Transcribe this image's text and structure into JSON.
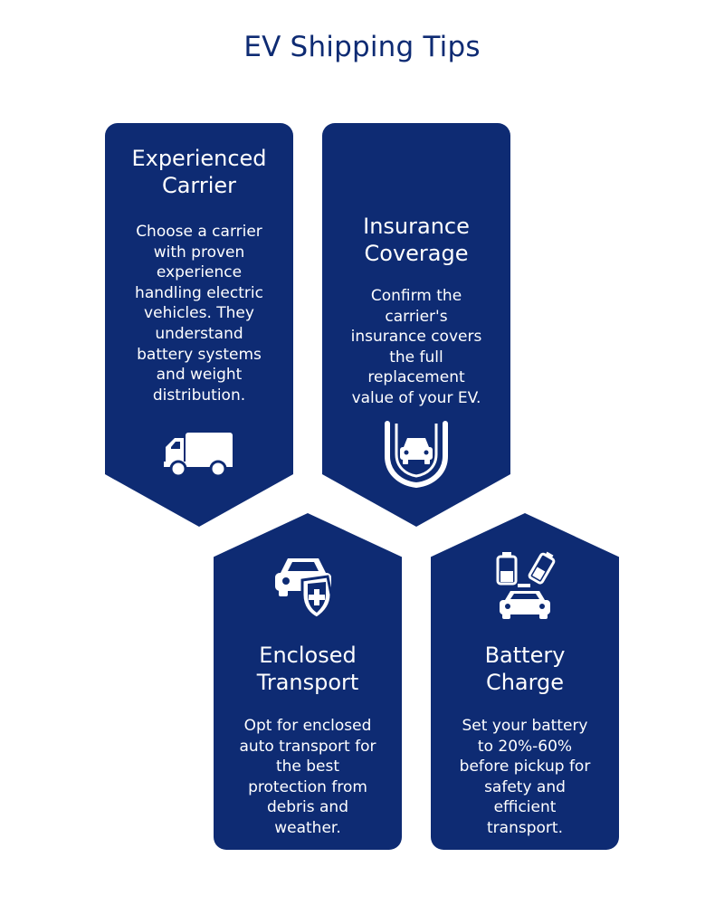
{
  "title": "EV Shipping Tips",
  "colors": {
    "card_fill": "#0e2b73",
    "text_on_card": "#ffffff",
    "title_text": "#0e2b73",
    "background": "#ffffff"
  },
  "cards": [
    {
      "heading_line1": "Experienced",
      "heading_line2": "Carrier",
      "body_lines": [
        "Choose a carrier",
        "with proven",
        "experience",
        "handling electric",
        "vehicles. They",
        "understand",
        "battery systems",
        "and weight",
        "distribution."
      ],
      "icon": "truck-icon"
    },
    {
      "heading_line1": "Insurance",
      "heading_line2": "Coverage",
      "body_lines": [
        "Confirm the",
        "carrier's",
        "insurance covers",
        "the full",
        "replacement",
        "value of your EV."
      ],
      "icon": "car-shield-icon"
    },
    {
      "heading_line1": "Enclosed",
      "heading_line2": "Transport",
      "body_lines": [
        "Opt for enclosed",
        "auto transport for",
        "the best",
        "protection from",
        "debris and",
        "weather."
      ],
      "icon": "car-protection-icon"
    },
    {
      "heading_line1": "Battery",
      "heading_line2": "Charge",
      "body_lines": [
        "Set your battery",
        "to 20%-60%",
        "before pickup for",
        "safety and",
        "efficient",
        "transport."
      ],
      "icon": "car-battery-icon"
    }
  ]
}
